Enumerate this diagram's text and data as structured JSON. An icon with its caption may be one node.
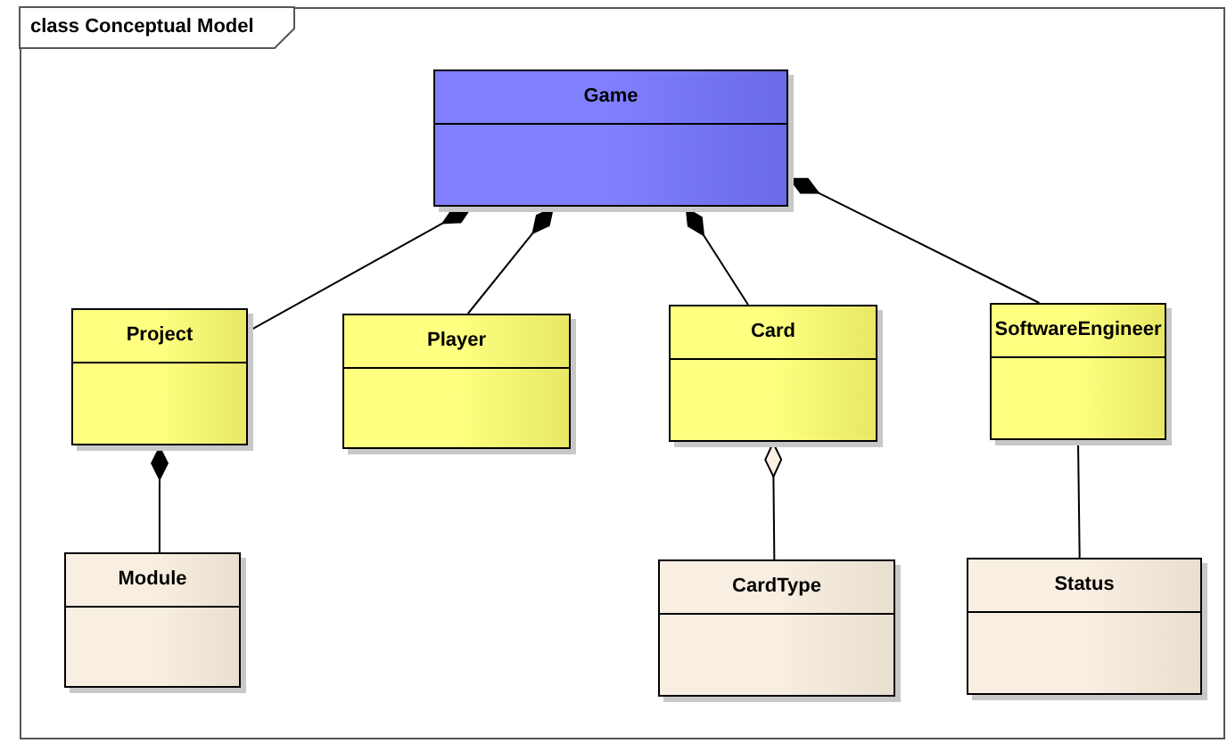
{
  "diagram": {
    "title": "class Conceptual Model",
    "nodes": [
      {
        "text": [
          "Game"
        ]
      },
      {
        "text": [
          "Project"
        ]
      },
      {
        "text": [
          "Player"
        ]
      },
      {
        "text": [
          "Card"
        ]
      },
      {
        "text": [
          "SoftwareEngineer"
        ]
      },
      {
        "text": [
          "Module"
        ]
      },
      {
        "text": [
          "CardType"
        ]
      },
      {
        "text": [
          "Status"
        ]
      }
    ],
    "edges": [
      {
        "from": 0,
        "to": 1,
        "arrow": "other"
      },
      {
        "from": 0,
        "to": 2,
        "arrow": "other"
      },
      {
        "from": 0,
        "to": 3,
        "arrow": "other"
      },
      {
        "from": 0,
        "to": 4,
        "arrow": "other"
      },
      {
        "from": 1,
        "to": 5,
        "arrow": "other"
      },
      {
        "from": 3,
        "to": 6,
        "arrow": "other"
      },
      {
        "from": 4,
        "to": 7,
        "arrow": "none"
      }
    ]
  }
}
